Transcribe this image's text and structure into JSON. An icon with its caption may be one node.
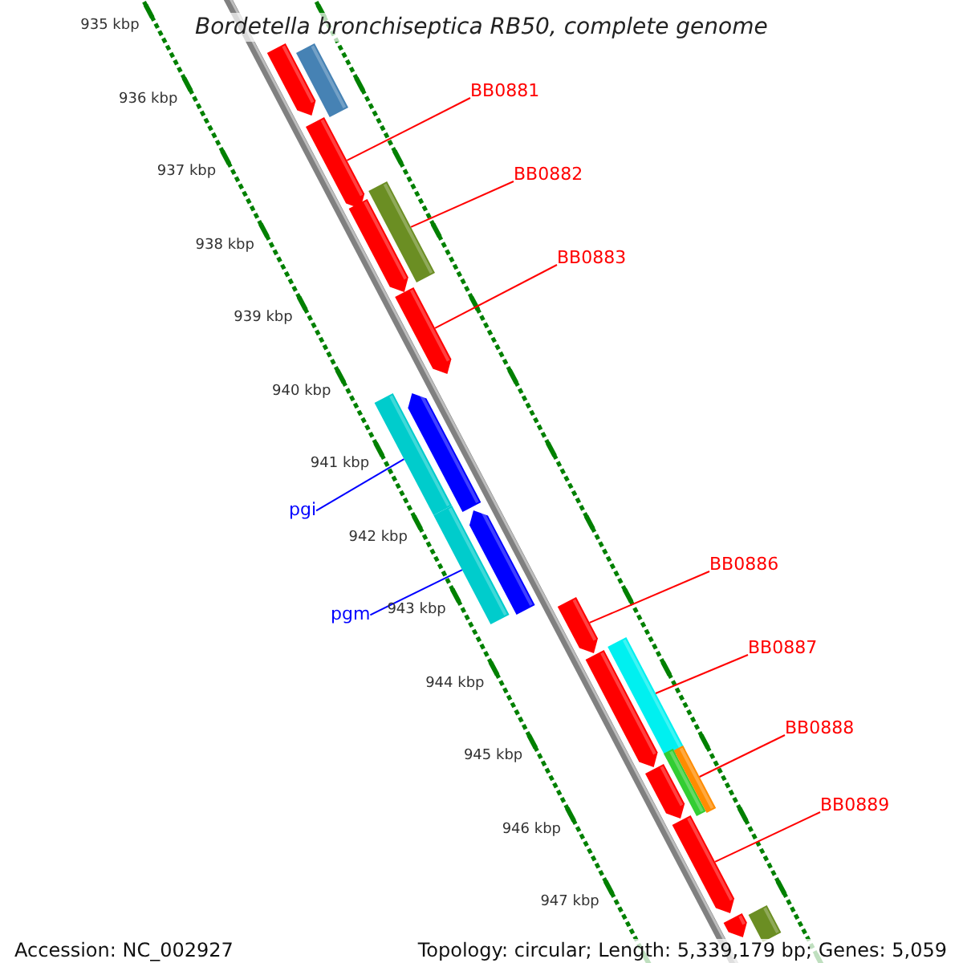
{
  "diagram": {
    "title": "Bordetella bronchiseptica RB50, complete genome",
    "nodes": [
      {
        "text": [
          "BB0881"
        ]
      },
      {
        "text": [
          "BB0882"
        ]
      },
      {
        "text": [
          "BB0883"
        ]
      },
      {
        "text": [
          "pgi"
        ]
      },
      {
        "text": [
          "BB0886"
        ]
      },
      {
        "text": [
          "pgm"
        ]
      },
      {
        "text": [
          "BB0887"
        ]
      },
      {
        "text": [
          "BB0888"
        ]
      },
      {
        "text": [
          "BB0889"
        ]
      },
      {
        "text": [],
        "shape": "arrow"
      },
      {
        "text": [],
        "shape": "bar"
      },
      {
        "text": [],
        "shape": "arrow"
      },
      {
        "text": [],
        "shape": "bar"
      },
      {
        "text": [],
        "shape": "arrow"
      },
      {
        "text": [],
        "shape": "arrow"
      },
      {
        "text": [],
        "shape": "arrow"
      },
      {
        "text": [],
        "shape": "bar"
      },
      {
        "text": [],
        "shape": "bar"
      },
      {
        "text": [],
        "shape": "arrow"
      },
      {
        "text": [],
        "shape": "arrow"
      },
      {
        "text": [],
        "shape": "bar"
      },
      {
        "text": [],
        "shape": "arrow"
      },
      {
        "text": [],
        "shape": "bar"
      },
      {
        "text": [],
        "shape": "bar"
      },
      {
        "text": [],
        "shape": "arrow"
      },
      {
        "text": [],
        "shape": "arrow"
      },
      {
        "text": [],
        "shape": "bar"
      },
      {
        "text": [],
        "shape": "arrow"
      }
    ],
    "edges": [
      {
        "from": 0,
        "to": 11,
        "arrow": "none"
      },
      {
        "from": 1,
        "to": 12,
        "arrow": "none"
      },
      {
        "from": 2,
        "to": 14,
        "arrow": "none"
      },
      {
        "from": 3,
        "to": 16,
        "arrow": "none",
        "color": "#0000ff"
      },
      {
        "from": 4,
        "to": 19,
        "arrow": "none"
      },
      {
        "from": 5,
        "to": 17,
        "arrow": "none",
        "color": "#0000ff"
      },
      {
        "from": 6,
        "to": 20,
        "arrow": "none"
      },
      {
        "from": 7,
        "to": 22,
        "arrow": "none"
      },
      {
        "from": 8,
        "to": 25,
        "arrow": "none"
      }
    ],
    "labels": [
      "935 kbp",
      "936 kbp",
      "937 kbp",
      "938 kbp",
      "939 kbp",
      "940 kbp",
      "941 kbp",
      "942 kbp",
      "943 kbp",
      "944 kbp",
      "945 kbp",
      "946 kbp",
      "947 kbp",
      "Accession: NC_002927",
      "Topology: circular; Length: 5,339,179 bp; Genes: 5,059"
    ]
  }
}
